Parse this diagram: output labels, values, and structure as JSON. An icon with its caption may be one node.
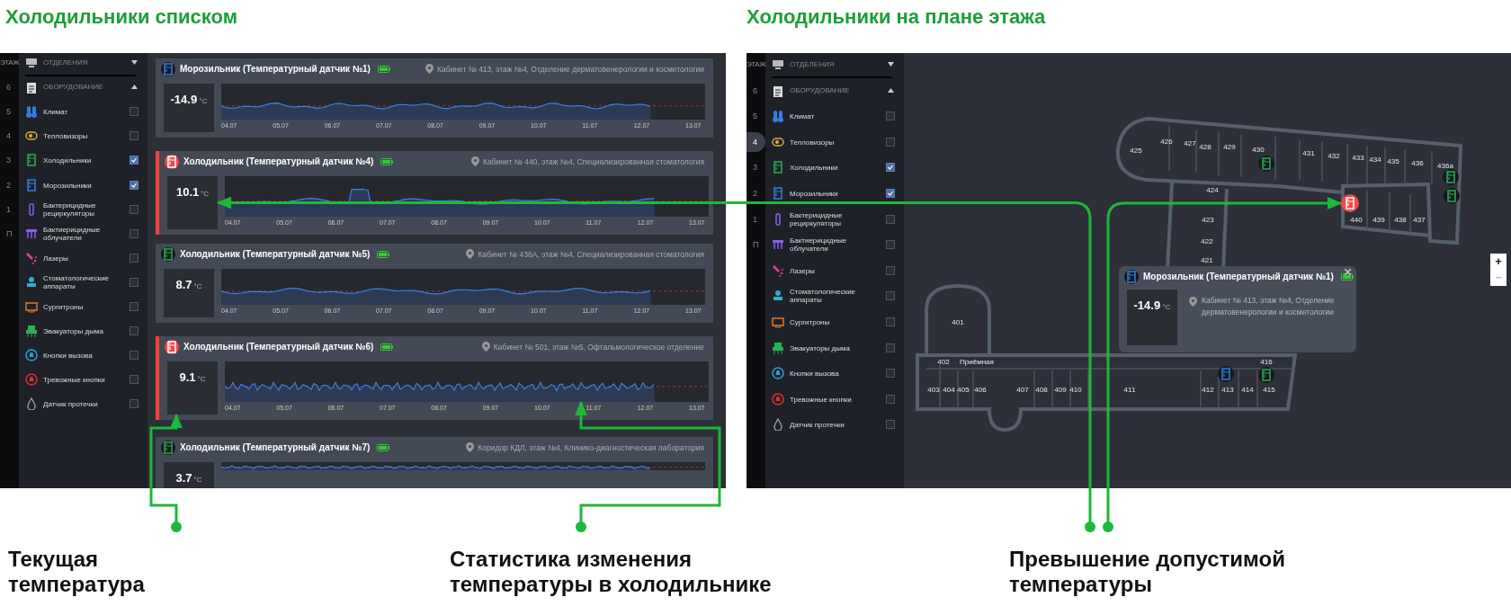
{
  "diagram": {
    "nodes": [
      {
        "text": [
          "Морозильник (Температурный датчик №1)",
          "Кабинет № 413, этаж №4, Отделение дерматовенерологии и косметологии"
        ]
      },
      {
        "text": [
          "-14.9",
          "°C"
        ],
        "in": 0
      },
      {
        "text": [
          "Холодильник (Температурный датчик №4)",
          "Кабинет № 440, этаж №4, Специализированная стоматология"
        ]
      },
      {
        "text": [
          "10.1",
          "°C"
        ],
        "in": 2
      },
      {
        "text": [
          "Холодильник (Температурный датчик №5)",
          "Кабинет № 436А, этаж №4, Специализированная стоматология"
        ]
      },
      {
        "text": [
          "8.7",
          "°C"
        ],
        "in": 4
      },
      {
        "text": [
          "Холодильник (Температурный датчик №6)",
          "Кабинет № 501, этаж №5, Офтальмологическое отделение"
        ]
      },
      {
        "text": [
          "9.1",
          "°C"
        ],
        "in": 6
      },
      {
        "text": [],
        "shape": "picture",
        "in": 6,
        "beside": [
          "04.07",
          "05.07",
          "06.07",
          "07.07",
          "08.07",
          "09.07",
          "10.07",
          "11.07",
          "12.07",
          "13.07"
        ]
      },
      {
        "text": [
          "Холодильник (Температурный датчик №7)",
          "Коридор КДЛ, этаж №4, Клинико-диагностическая лаборатория"
        ]
      },
      {
        "text": [
          "3.7",
          "°C"
        ],
        "in": 9
      },
      {
        "text": [],
        "shape": "circle"
      },
      {
        "text": [
          "Морозильник (Температурный датчик №1)",
          "Кабинет № 413, этаж №4, Отделение дерматовенерологии и косметологии"
        ]
      },
      {
        "text": [
          "-14.9",
          "°C"
        ],
        "in": 12
      },
      {
        "text": [
          "Текущая температура"
        ]
      },
      {
        "text": [
          "Статистика изменения температуры в холодильнике"
        ]
      },
      {
        "text": [
          "Превышение допустимой температуры"
        ]
      }
    ],
    "edges": [
      {
        "from": 14,
        "to": 7,
        "arrow": "to"
      },
      {
        "from": 15,
        "to": 8,
        "arrow": "to"
      },
      {
        "from": 16,
        "to": 3,
        "arrow": "to"
      },
      {
        "from": 16,
        "to": 11,
        "arrow": "to"
      }
    ],
    "labels": [
      "Холодильники списком",
      "Холодильники на плане этажа",
      "ЭТАЖ",
      "6",
      "5",
      "4",
      "3",
      "2",
      "1",
      "П",
      "ОТДЕЛЕНИЯ",
      "ОБОРУДОВАНИЕ",
      "Климат",
      "Тепловизоры",
      "Холодильники",
      "Морозильники",
      "Бактерицидные рециркуляторы",
      "Бактиерицидные облучатели",
      "Лазеры",
      "Стоматологические аппараты",
      "Сургитроны",
      "Эвакуаторы дыма",
      "Кнопки вызова",
      "Тревожные кнопки",
      "Датчик протечки",
      "04.07",
      "05.07",
      "06.07",
      "07.07",
      "08.07",
      "09.07",
      "10.07",
      "11.07",
      "12.07",
      "13.07",
      "04.07",
      "05.07",
      "06.07",
      "07.07",
      "08.07",
      "09.07",
      "10.07",
      "11.07",
      "12.07",
      "13.07",
      "04.07",
      "05.07",
      "06.07",
      "07.07",
      "08.07",
      "09.07",
      "10.07",
      "11.07",
      "12.07",
      "13.07",
      "ЭТАЖ",
      "6",
      "5",
      "4",
      "3",
      "2",
      "1",
      "П",
      "ОТДЕЛЕНИЯ",
      "ОБОРУДОВАНИЕ",
      "Климат",
      "Тепловизоры",
      "Холодильники",
      "Морозильники",
      "Бактерицидные рециркуляторы",
      "Бактиерицидные облучатели",
      "Лазеры",
      "Стоматологические аппараты",
      "Сургитроны",
      "Эвакуаторы дыма",
      "Кнопки вызова",
      "Тревожные кнопки",
      "Датчик протечки",
      "425",
      "426",
      "427",
      "428",
      "429",
      "430",
      "431",
      "432",
      "433",
      "434",
      "435",
      "436",
      "436а",
      "424",
      "423",
      "440",
      "439",
      "438",
      "437",
      "422",
      "421",
      "401",
      "402",
      "Приёмная",
      "416",
      "403",
      "404",
      "405",
      "406",
      "407",
      "408",
      "409",
      "410",
      "411",
      "412",
      "413",
      "414",
      "415",
      "+",
      "−"
    ]
  }
}
